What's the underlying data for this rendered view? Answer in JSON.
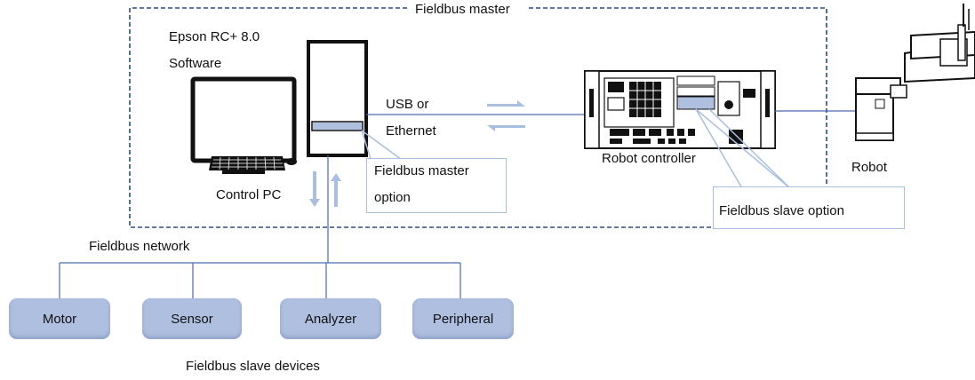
{
  "fieldbus_master": "Fieldbus master",
  "software": {
    "line1": "Epson RC+ 8.0",
    "line2": "Software"
  },
  "control_pc": "Control PC",
  "link": {
    "line1": "USB or",
    "line2": "Ethernet"
  },
  "robot_controller": "Robot controller",
  "robot": "Robot",
  "master_option": {
    "line1": "Fieldbus master",
    "line2": "option"
  },
  "slave_option": "Fieldbus slave option",
  "network": "Fieldbus network",
  "slave_devices_caption": "Fieldbus slave devices",
  "devices": [
    {
      "label": "Motor"
    },
    {
      "label": "Sensor"
    },
    {
      "label": "Analyzer"
    },
    {
      "label": "Peripheral"
    }
  ],
  "colors": {
    "frame": "#2e4a86",
    "line": "#4a6ab0",
    "device_fill": "#aebfe0",
    "callout_border": "#a9bfdf",
    "arrow": "#a9bfdf"
  }
}
